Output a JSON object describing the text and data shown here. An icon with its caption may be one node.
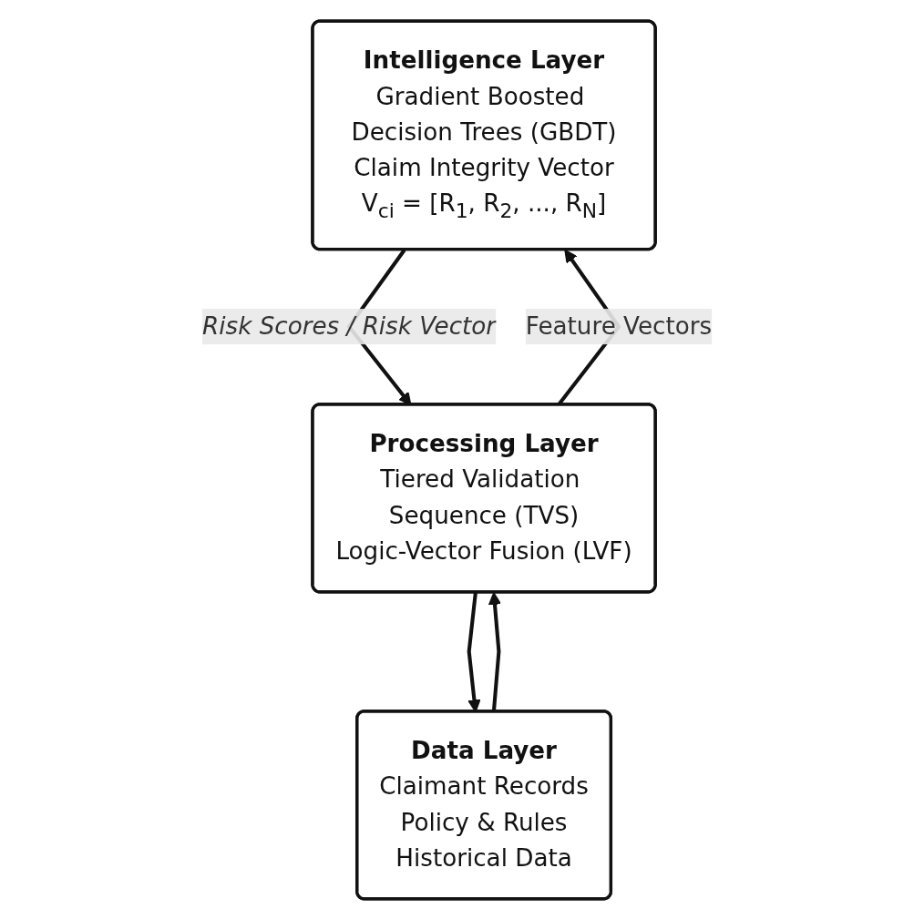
{
  "diagram": {
    "nodes": [
      {
        "text": [
          "Intelligence Layer",
          "Gradient Boosted Decision Trees (GBDT)",
          "Claim Integrity Vector",
          "V$_{ci}$ = [R$_{1}$, R$_{2}$, ..., R$_{N}$]"
        ]
      },
      {
        "text": [
          "Processing Layer",
          "Tiered Validation Sequence (TVS)",
          "Logic-Vector Fusion (LVF)"
        ]
      },
      {
        "text": [
          "Data Layer",
          "Claimant Records",
          "Policy & Rules",
          "Historical Data"
        ]
      }
    ],
    "edges": [
      {
        "from": 0,
        "to": 1,
        "arrow": "to",
        "label": "Risk Scores / Risk Vector"
      },
      {
        "from": 1,
        "to": 0,
        "arrow": "to",
        "label": "Feature Vectors"
      },
      {
        "from": 1,
        "to": 2,
        "arrow": "to"
      },
      {
        "from": 2,
        "to": 1,
        "arrow": "to"
      }
    ]
  }
}
